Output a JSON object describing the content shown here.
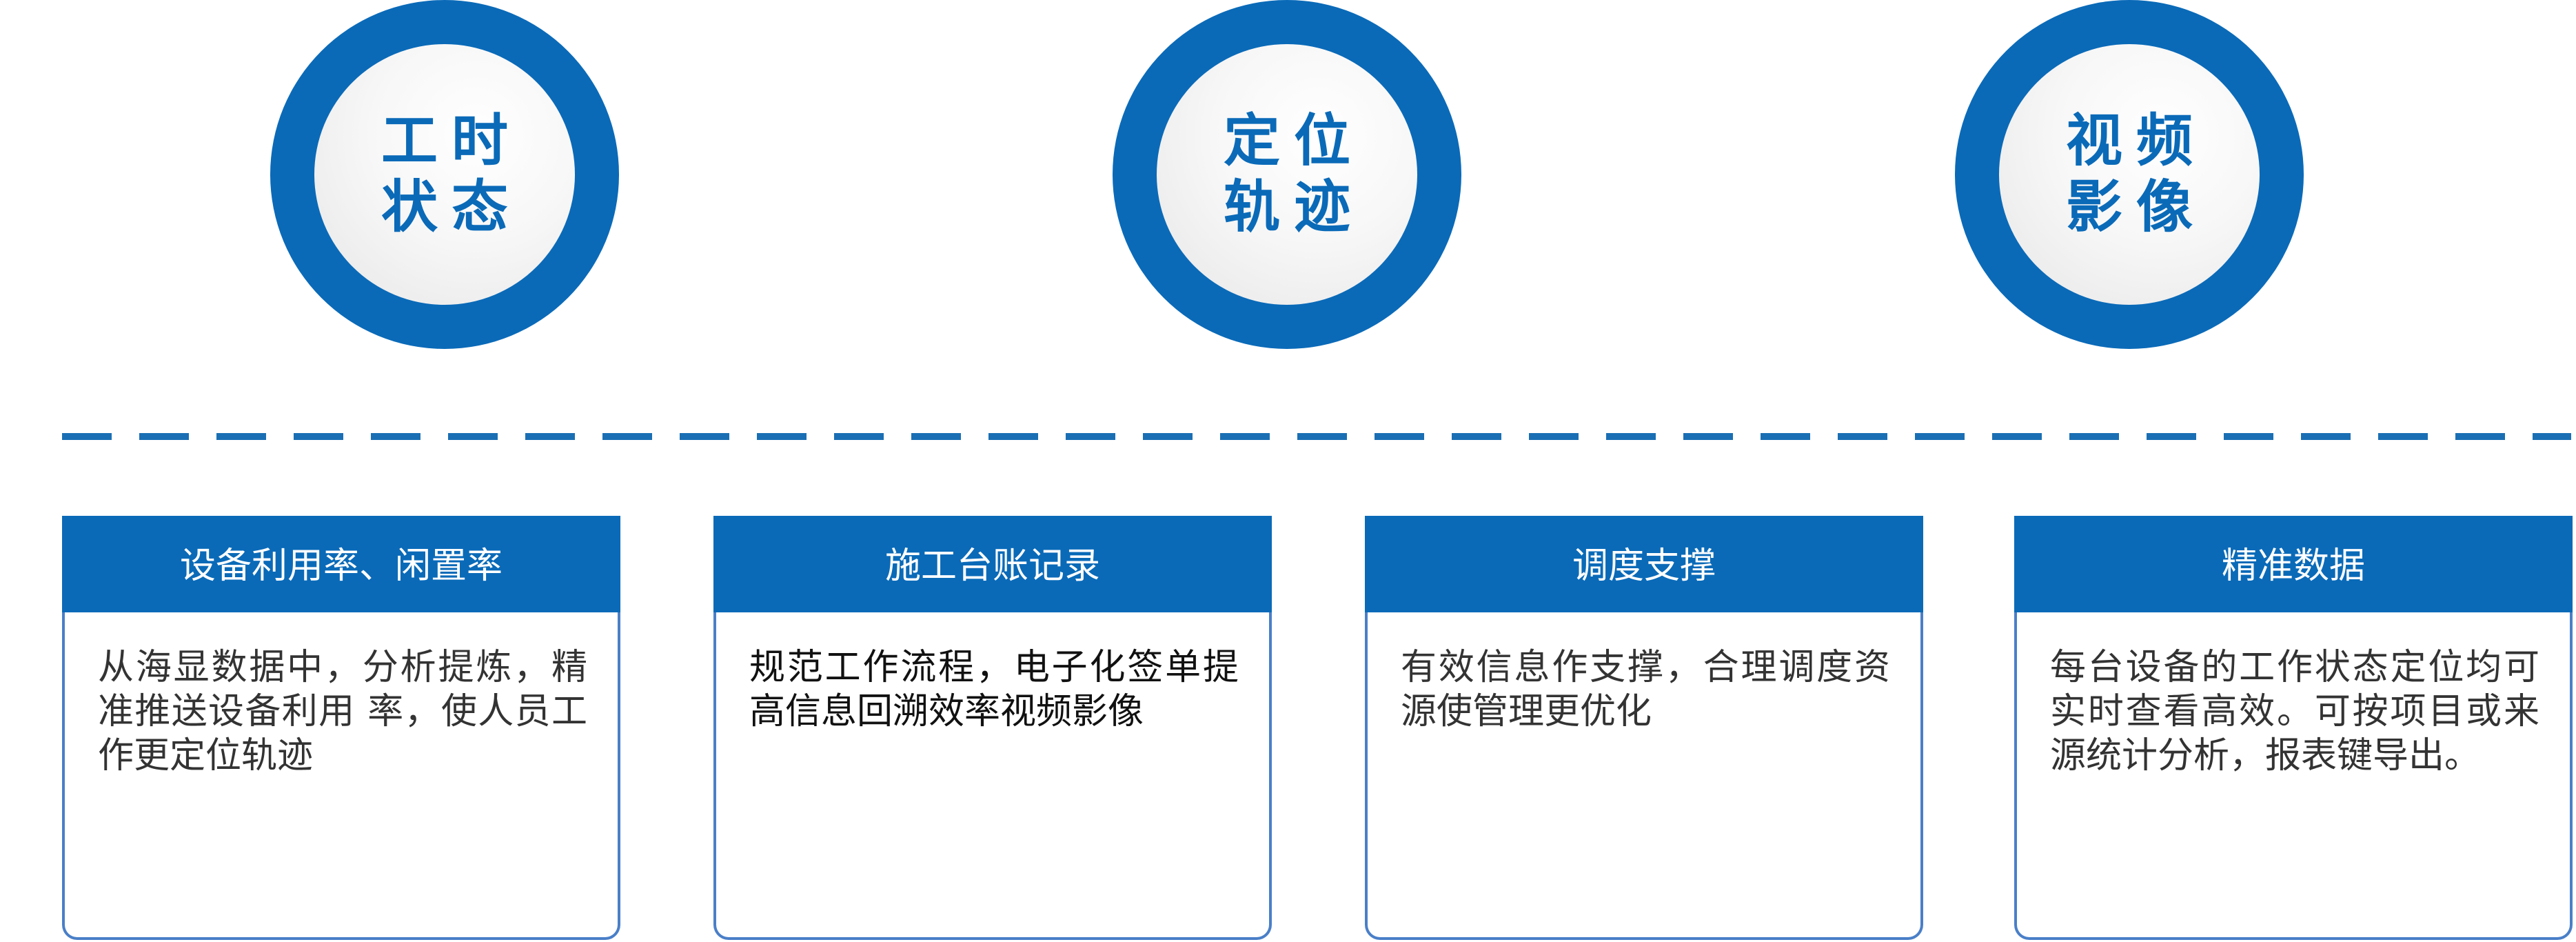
{
  "circles": [
    {
      "label": "工时状态"
    },
    {
      "label": "定位轨迹"
    },
    {
      "label": "视频影像"
    }
  ],
  "cards": [
    {
      "title": "设备利用率、闲置率",
      "body": "从海显数据中，分析提炼，精准推送设备利用 率，使人员工作更定位轨迹"
    },
    {
      "title": "施工台账记录",
      "body": "规范工作流程，电子化签单提高信息回溯效率视频影像"
    },
    {
      "title": "调度支撑",
      "body": "有效信息作支撑，合理调度资源使管理更优化"
    },
    {
      "title": "精准数据",
      "body": "每台设备的工作状态定位均可实时查看高效。可按项目或来源统计分析，报表键导出。"
    }
  ],
  "colors": {
    "brand_blue": "#0a6ab8",
    "card_border": "#4a7fc8",
    "divider": "#1a6fb4"
  }
}
